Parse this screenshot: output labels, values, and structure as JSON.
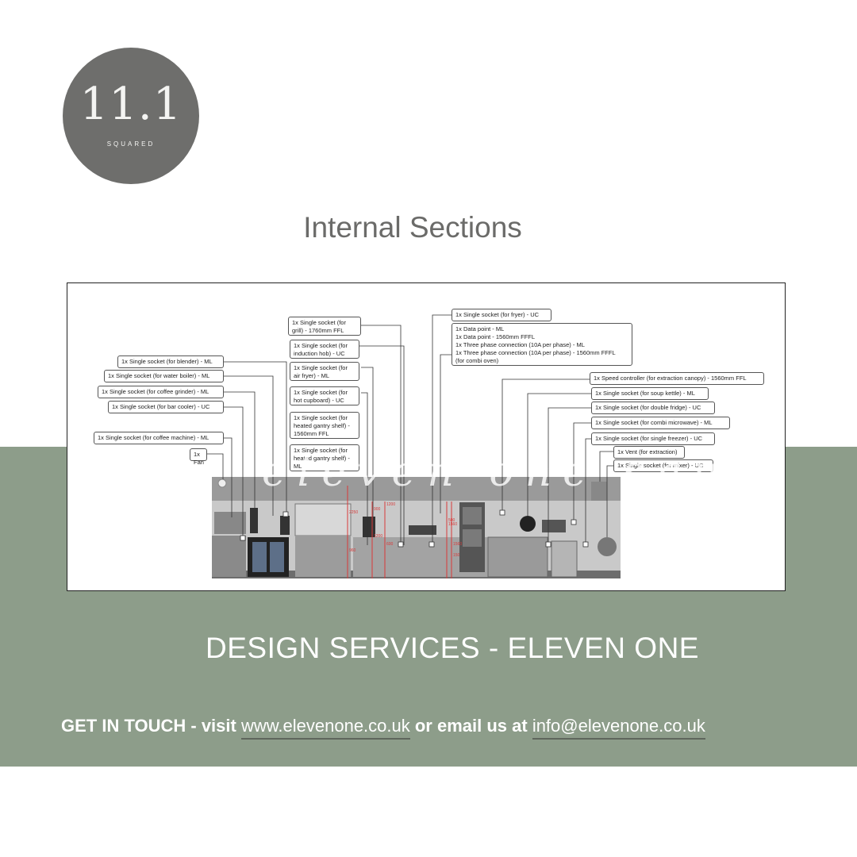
{
  "logo": {
    "number": "11.1",
    "subtitle": "SQUARED"
  },
  "page_title": "Internal Sections",
  "drawing": {
    "watermark": "eleven one squ",
    "callouts": [
      {
        "id": "grill",
        "text": "1x Single socket (for\ngrill) - 1760mm FFL"
      },
      {
        "id": "induction",
        "text": "1x Single socket (for\ninduction hob) - UC"
      },
      {
        "id": "airfryer",
        "text": "1x Single socket (for\nair fryer) - ML"
      },
      {
        "id": "hotcupboard",
        "text": "1x Single socket (for\nhot cupboard) - UC"
      },
      {
        "id": "gantry1",
        "text": "1x Single socket (for\nheated gantry shelf) -\n1560mm FFL"
      },
      {
        "id": "gantry2",
        "text": "1x Single socket (for\nheated gantry shelf) -\nML"
      },
      {
        "id": "blender",
        "text": "1x Single socket (for blender) - ML"
      },
      {
        "id": "boiler",
        "text": "1x Single socket (for water boiler) - ML"
      },
      {
        "id": "grinder",
        "text": "1x Single socket (for coffee grinder) - ML"
      },
      {
        "id": "barcooler",
        "text": "1x Single socket (for bar cooler) - UC"
      },
      {
        "id": "coffeemachine",
        "text": "1x Single socket (for coffee machine) - ML"
      },
      {
        "id": "fan",
        "text": "1x Fan"
      },
      {
        "id": "fryer",
        "text": "1x Single socket (for fryer) - UC"
      },
      {
        "id": "data",
        "text": "1x Data point - ML\n1x Data point - 1560mm FFFL\n1x Three phase connection (10A per phase) - ML\n1x Three phase connection (10A per phase) - 1560mm FFFL\n(for combi oven)"
      },
      {
        "id": "speed",
        "text": "1x Speed controller (for extraction canopy) - 1560mm FFL"
      },
      {
        "id": "kettle",
        "text": "1x Single socket (for soup kettle) - ML"
      },
      {
        "id": "fridge",
        "text": "1x Single socket (for double fridge) - UC"
      },
      {
        "id": "microwave",
        "text": "1x Single socket (for combi microwave) - ML"
      },
      {
        "id": "freezer",
        "text": "1x Single socket (for single freezer) - UC"
      },
      {
        "id": "vent",
        "text": "1x Vent (for extraction)"
      },
      {
        "id": "mixer",
        "text": "1x Single socket (for mixer) - UC"
      }
    ],
    "dimensions": [
      "2250",
      "1200",
      "1200",
      "1560",
      "1560",
      "960",
      "900",
      "600",
      "500",
      "150"
    ]
  },
  "subtitle": "DESIGN SERVICES - ELEVEN ONE",
  "contact": {
    "lead": "GET IN TOUCH",
    "visit": " - visit ",
    "website": "www.elevenone.co.uk",
    "email_lead": " or email us at ",
    "email": "info@elevenone.co.uk"
  },
  "colors": {
    "band": "#8d9d8a",
    "logo": "#6e6e6c",
    "title": "#6b6b69",
    "dimension": "#d83a3a"
  }
}
